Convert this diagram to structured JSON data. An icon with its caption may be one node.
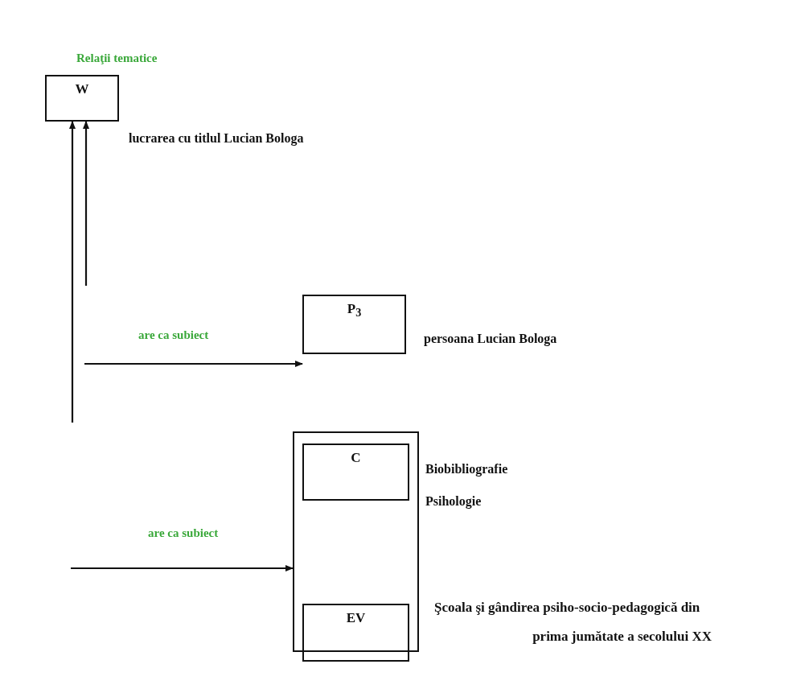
{
  "diagram": {
    "title": "Relaţii tematice",
    "nodes": [
      {
        "text": [
          "W"
        ],
        "beside": [
          "lucrarea cu titlul Lucian Bologa"
        ]
      },
      {
        "text": [
          "P$_{3}$"
        ],
        "beside": [
          "persoana Lucian Bologa"
        ]
      },
      {
        "text": [],
        "shape": "box"
      },
      {
        "text": [
          "C"
        ],
        "in": 2,
        "beside": [
          "Biobibliografie",
          "Psihologie"
        ]
      },
      {
        "text": [
          "EV"
        ],
        "beside": [
          "Şcoala şi gândirea psiho-socio-pedagogică din prima jumătate a secolului XX"
        ]
      }
    ],
    "edges": [
      {
        "from": null,
        "to": 0,
        "arrow": "to"
      },
      {
        "from": null,
        "to": 0,
        "arrow": "to"
      },
      {
        "from": null,
        "to": 1,
        "arrow": "to",
        "label": "are ca subiect"
      },
      {
        "from": null,
        "to": 2,
        "arrow": "to",
        "label": "are ca subiect"
      }
    ]
  }
}
